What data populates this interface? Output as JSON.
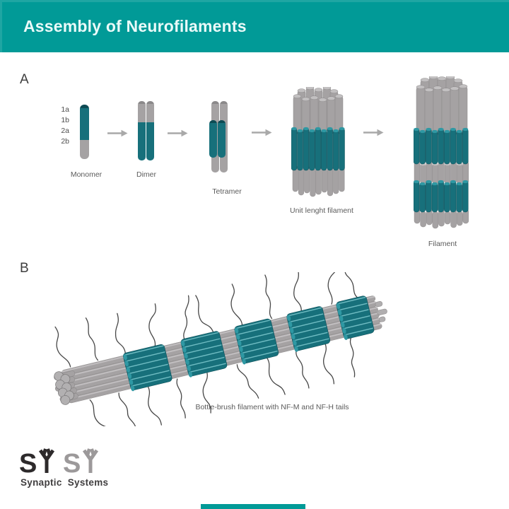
{
  "header": {
    "title": "Assembly of Neurofilaments"
  },
  "panel_a": {
    "section_label": "A",
    "monomer_segment_labels": [
      "1a",
      "1b",
      "2a",
      "2b"
    ],
    "stage_labels": {
      "monomer": "Monomer",
      "dimer": "Dimer",
      "tetramer": "Tetramer",
      "ulf": "Unit lenght filament",
      "filament": "Filament"
    }
  },
  "panel_b": {
    "section_label": "B",
    "caption": "Bottle-brush filament with NF-M and NF-H tails"
  },
  "logo": {
    "wordmark_dark": "SY",
    "wordmark_light": "SY",
    "company": "Synaptic Systems"
  },
  "colors": {
    "header_teal": "#019a97",
    "rod_teal": "#17707b",
    "rod_teal_cap": "#2f98a3",
    "teal_highlight": "#7fc9cf",
    "rod_gray": "#a5a2a3",
    "rod_gray_cap": "#c2c0c1",
    "gray_highlight": "#c9c7c8",
    "tail_color": "#474747",
    "text_gray": "#5b5b5b",
    "logo_dark": "#2d2a2b",
    "logo_gray": "#9c999a"
  }
}
